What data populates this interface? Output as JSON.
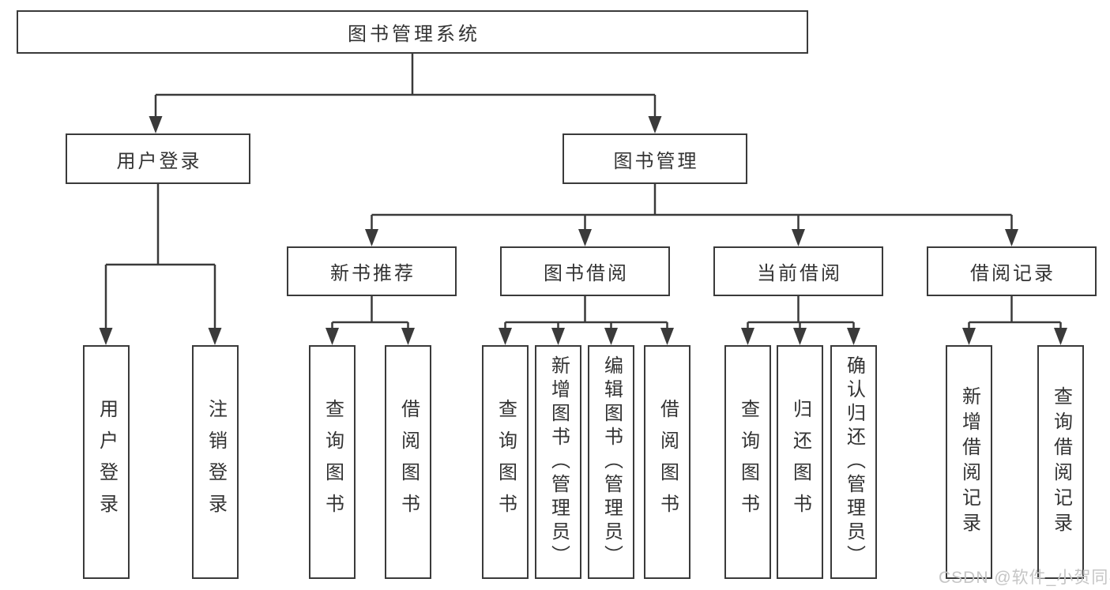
{
  "tree": {
    "root": "图书管理系统",
    "user_login": {
      "label": "用户登录",
      "children": {
        "login": "用户登录",
        "logout": "注销登录"
      }
    },
    "book_mgmt": {
      "label": "图书管理",
      "new_book_rec": {
        "label": "新书推荐",
        "children": {
          "query_books": "查询图书",
          "borrow_books": "借阅图书"
        }
      },
      "book_borrow": {
        "label": "图书借阅",
        "children": {
          "query_books": "查询图书",
          "add_books": "新增图书（管理员）",
          "edit_books": "编辑图书（管理员）",
          "borrow_books": "借阅图书"
        }
      },
      "current_borrow": {
        "label": "当前借阅",
        "children": {
          "query_books": "查询图书",
          "return_books": "归还图书",
          "confirm_return": "确认归还（管理员）"
        }
      },
      "borrow_records": {
        "label": "借阅记录",
        "children": {
          "add_record": "新增借阅记录",
          "query_record": "查询借阅记录"
        }
      }
    }
  },
  "watermark": {
    "text": "CSDN @软件_小贺同学"
  },
  "colors": {
    "line": "#3a3a3a",
    "text": "#333333",
    "watermark": "#c5c5c5",
    "background": "#ffffff"
  }
}
